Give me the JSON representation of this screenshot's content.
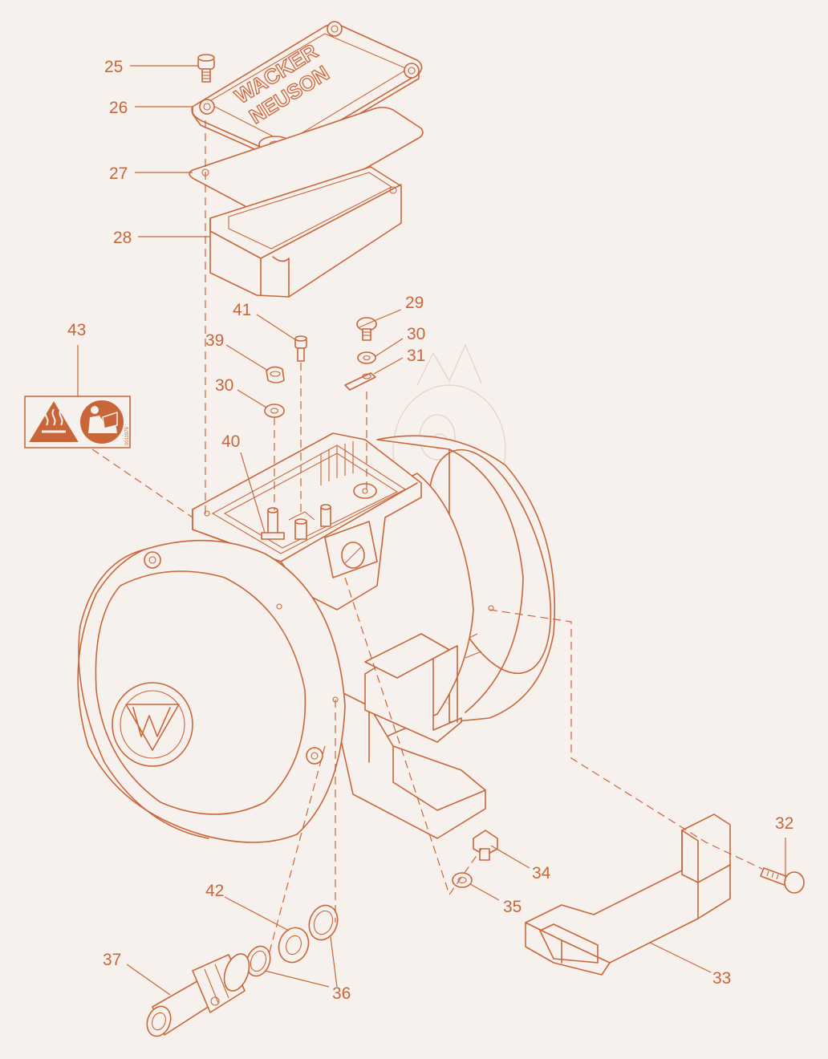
{
  "diagram": {
    "brand_text_line1": "WACKER",
    "brand_text_line2": "NEUSON",
    "label_code": "0011979",
    "colors": {
      "line": "#c8663a",
      "background": "#f7f1ed",
      "warning_fill": "#c8663a"
    },
    "callouts": [
      {
        "id": "c25",
        "text": "25"
      },
      {
        "id": "c26",
        "text": "26"
      },
      {
        "id": "c27",
        "text": "27"
      },
      {
        "id": "c28",
        "text": "28"
      },
      {
        "id": "c29",
        "text": "29"
      },
      {
        "id": "c30a",
        "text": "30"
      },
      {
        "id": "c31",
        "text": "31"
      },
      {
        "id": "c41",
        "text": "41"
      },
      {
        "id": "c39",
        "text": "39"
      },
      {
        "id": "c30b",
        "text": "30"
      },
      {
        "id": "c43",
        "text": "43"
      },
      {
        "id": "c40",
        "text": "40"
      },
      {
        "id": "c32",
        "text": "32"
      },
      {
        "id": "c34",
        "text": "34"
      },
      {
        "id": "c35",
        "text": "35"
      },
      {
        "id": "c42",
        "text": "42"
      },
      {
        "id": "c37",
        "text": "37"
      },
      {
        "id": "c36",
        "text": "36"
      },
      {
        "id": "c33",
        "text": "33"
      }
    ],
    "icons": [
      "hot-surface-warning-icon",
      "read-manual-icon",
      "wacker-w-logo"
    ]
  }
}
